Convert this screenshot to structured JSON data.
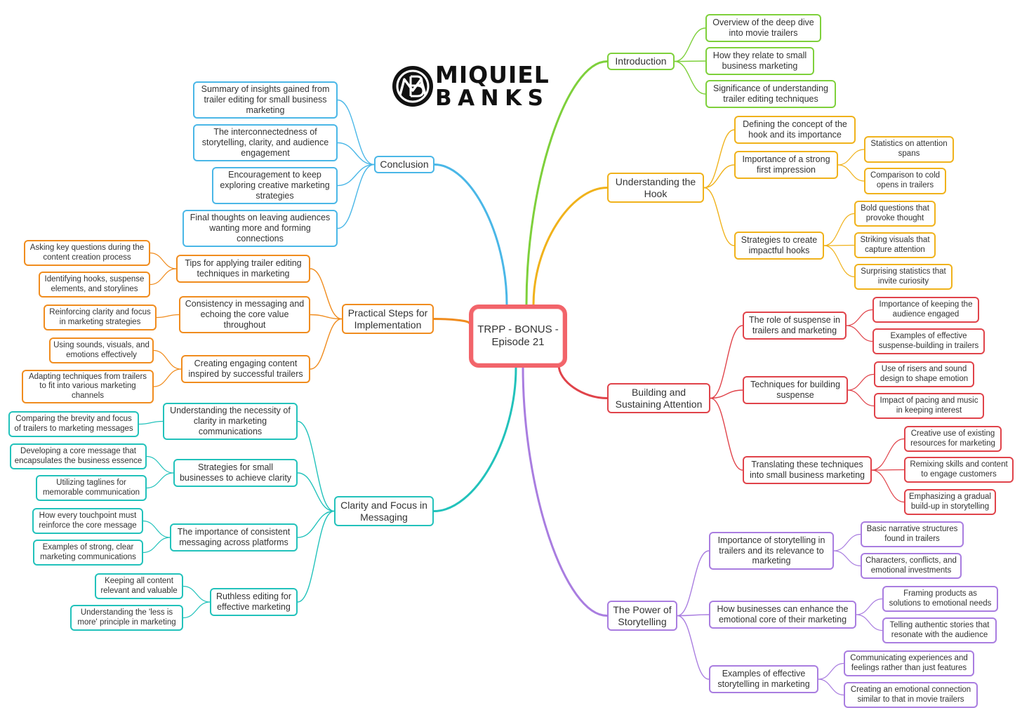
{
  "logo": {
    "line1": "MIQUIEL",
    "line2": "BANKS"
  },
  "colors": {
    "root": "#f2646a",
    "introduction": "#7ed03b",
    "hook": "#f0b21b",
    "attention": "#e0434a",
    "storytelling": "#a97de0",
    "conclusion": "#4ab7e7",
    "practical": "#f08c1e",
    "clarity": "#22c2bb"
  },
  "root": {
    "label": "TRPP - BONUS - Episode 21"
  },
  "branches": {
    "introduction": {
      "label": "Introduction",
      "children": [
        {
          "label": "Overview of the deep dive into movie trailers"
        },
        {
          "label": "How they relate to small business marketing"
        },
        {
          "label": "Significance of understanding trailer editing techniques"
        }
      ]
    },
    "hook": {
      "label": "Understanding the Hook",
      "children": [
        {
          "label": "Defining the concept of the hook and its importance"
        },
        {
          "label": "Importance of a strong first impression",
          "children": [
            {
              "label": "Statistics on attention spans"
            },
            {
              "label": "Comparison to cold opens in trailers"
            }
          ]
        },
        {
          "label": "Strategies to create impactful hooks",
          "children": [
            {
              "label": "Bold questions that provoke thought"
            },
            {
              "label": "Striking visuals that capture attention"
            },
            {
              "label": "Surprising statistics that invite curiosity"
            }
          ]
        }
      ]
    },
    "attention": {
      "label": "Building and Sustaining Attention",
      "children": [
        {
          "label": "The role of suspense in trailers and marketing",
          "children": [
            {
              "label": "Importance of keeping the audience engaged"
            },
            {
              "label": "Examples of effective suspense-building in trailers"
            }
          ]
        },
        {
          "label": "Techniques for building suspense",
          "children": [
            {
              "label": "Use of risers and sound design to shape emotion"
            },
            {
              "label": "Impact of pacing and music in keeping interest"
            }
          ]
        },
        {
          "label": "Translating these techniques into small business marketing",
          "children": [
            {
              "label": "Creative use of existing resources for marketing"
            },
            {
              "label": "Remixing skills and content to engage customers"
            },
            {
              "label": "Emphasizing a gradual build-up in storytelling"
            }
          ]
        }
      ]
    },
    "storytelling": {
      "label": "The Power of Storytelling",
      "children": [
        {
          "label": "Importance of storytelling in trailers and its relevance to marketing",
          "children": [
            {
              "label": "Basic narrative structures found in trailers"
            },
            {
              "label": "Characters, conflicts, and emotional investments"
            }
          ]
        },
        {
          "label": "How businesses can enhance the emotional core of their marketing",
          "children": [
            {
              "label": "Framing products as solutions to emotional needs"
            },
            {
              "label": "Telling authentic stories that resonate with the audience"
            }
          ]
        },
        {
          "label": "Examples of effective storytelling in marketing",
          "children": [
            {
              "label": "Communicating experiences and feelings rather than just features"
            },
            {
              "label": "Creating an emotional connection similar to that in movie trailers"
            }
          ]
        }
      ]
    },
    "conclusion": {
      "label": "Conclusion",
      "children": [
        {
          "label": "Summary of insights gained from trailer editing for small business marketing"
        },
        {
          "label": "The interconnectedness of storytelling, clarity, and audience engagement"
        },
        {
          "label": "Encouragement to keep exploring creative marketing strategies"
        },
        {
          "label": "Final thoughts on leaving audiences wanting more and forming connections"
        }
      ]
    },
    "practical": {
      "label": "Practical Steps for Implementation",
      "children": [
        {
          "label": "Tips for applying trailer editing techniques in marketing",
          "children": [
            {
              "label": "Asking key questions during the content creation process"
            },
            {
              "label": "Identifying hooks, suspense elements, and storylines"
            }
          ]
        },
        {
          "label": "Consistency in messaging and echoing the core value throughout",
          "children": [
            {
              "label": "Reinforcing clarity and focus in marketing strategies"
            }
          ]
        },
        {
          "label": "Creating engaging content inspired by successful trailers",
          "children": [
            {
              "label": "Using sounds, visuals, and emotions effectively"
            },
            {
              "label": "Adapting techniques from trailers to fit into various marketing channels"
            }
          ]
        }
      ]
    },
    "clarity": {
      "label": "Clarity and Focus in Messaging",
      "children": [
        {
          "label": "Understanding the necessity of clarity in marketing communications",
          "children": [
            {
              "label": "Comparing the brevity and focus of trailers to marketing messages"
            }
          ]
        },
        {
          "label": "Strategies for small businesses to achieve clarity",
          "children": [
            {
              "label": "Developing a core message that encapsulates the business essence"
            },
            {
              "label": "Utilizing taglines for memorable communication"
            }
          ]
        },
        {
          "label": "The importance of consistent messaging across platforms",
          "children": [
            {
              "label": "How every touchpoint must reinforce the core message"
            },
            {
              "label": "Examples of strong, clear marketing communications"
            }
          ]
        },
        {
          "label": "Ruthless editing for effective marketing",
          "children": [
            {
              "label": "Keeping all content relevant and valuable"
            },
            {
              "label": "Understanding the 'less is more' principle in marketing"
            }
          ]
        }
      ]
    }
  }
}
